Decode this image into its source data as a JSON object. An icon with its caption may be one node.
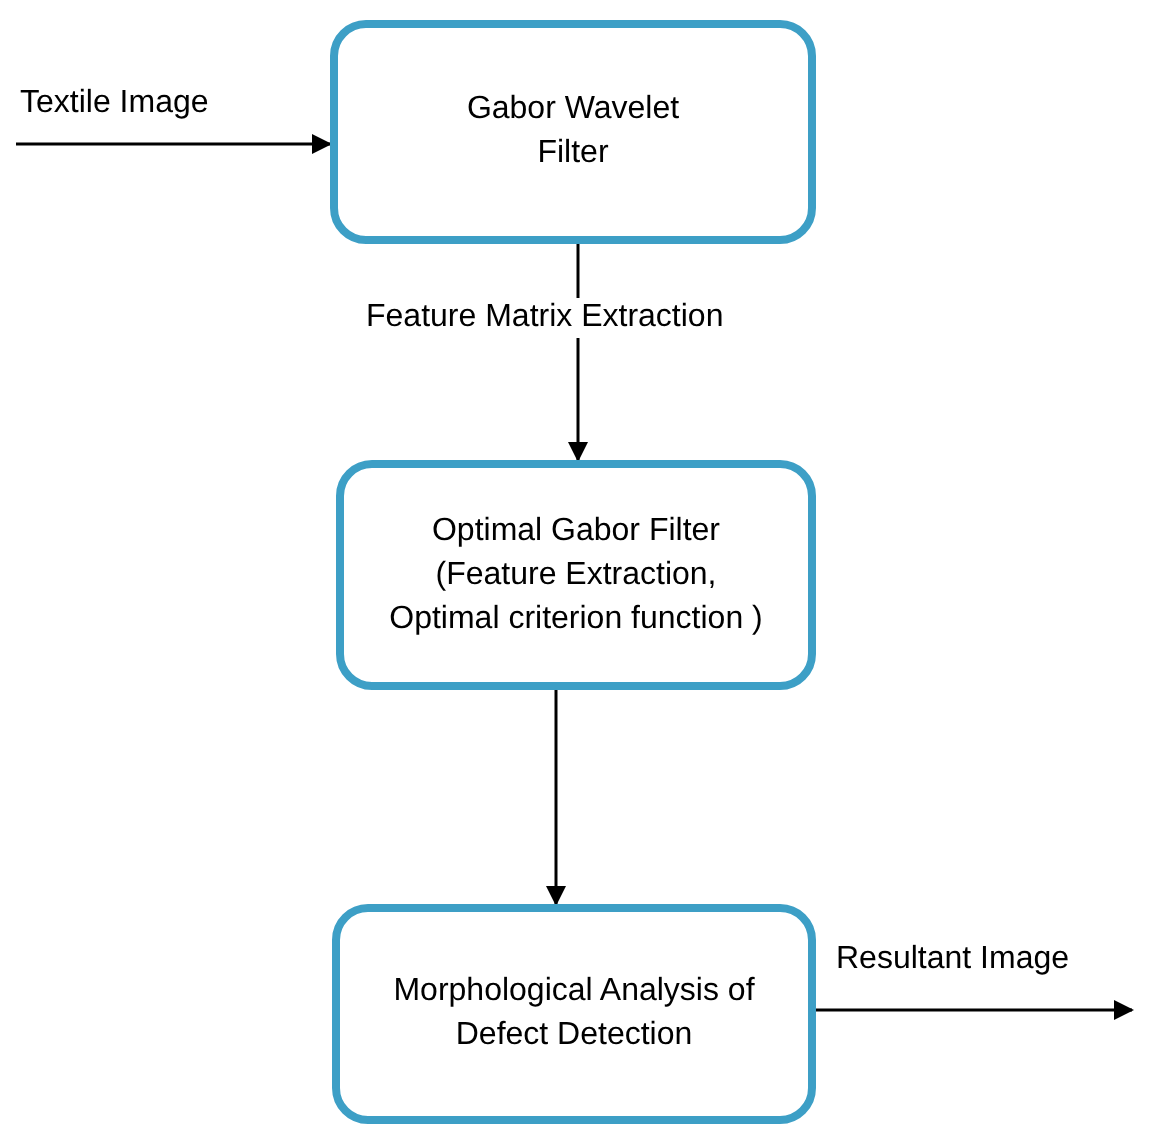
{
  "diagram": {
    "nodes": [
      {
        "text": [
          "Gabor Wavelet Filter"
        ]
      },
      {
        "text": [
          "Optimal Gabor Filter (Feature Extraction, Optimal criterion function )"
        ]
      },
      {
        "text": [
          "Morphological Analysis of Defect Detection"
        ]
      }
    ],
    "edges": [
      {
        "from": null,
        "to": 0,
        "arrow": "to",
        "label": "Textile Image"
      },
      {
        "from": 0,
        "to": 1,
        "arrow": "to",
        "label": "Feature Matrix Extraction"
      },
      {
        "from": 1,
        "to": 2,
        "arrow": "to"
      },
      {
        "from": 2,
        "to": null,
        "arrow": "to",
        "label": "Resultant Image"
      }
    ]
  }
}
